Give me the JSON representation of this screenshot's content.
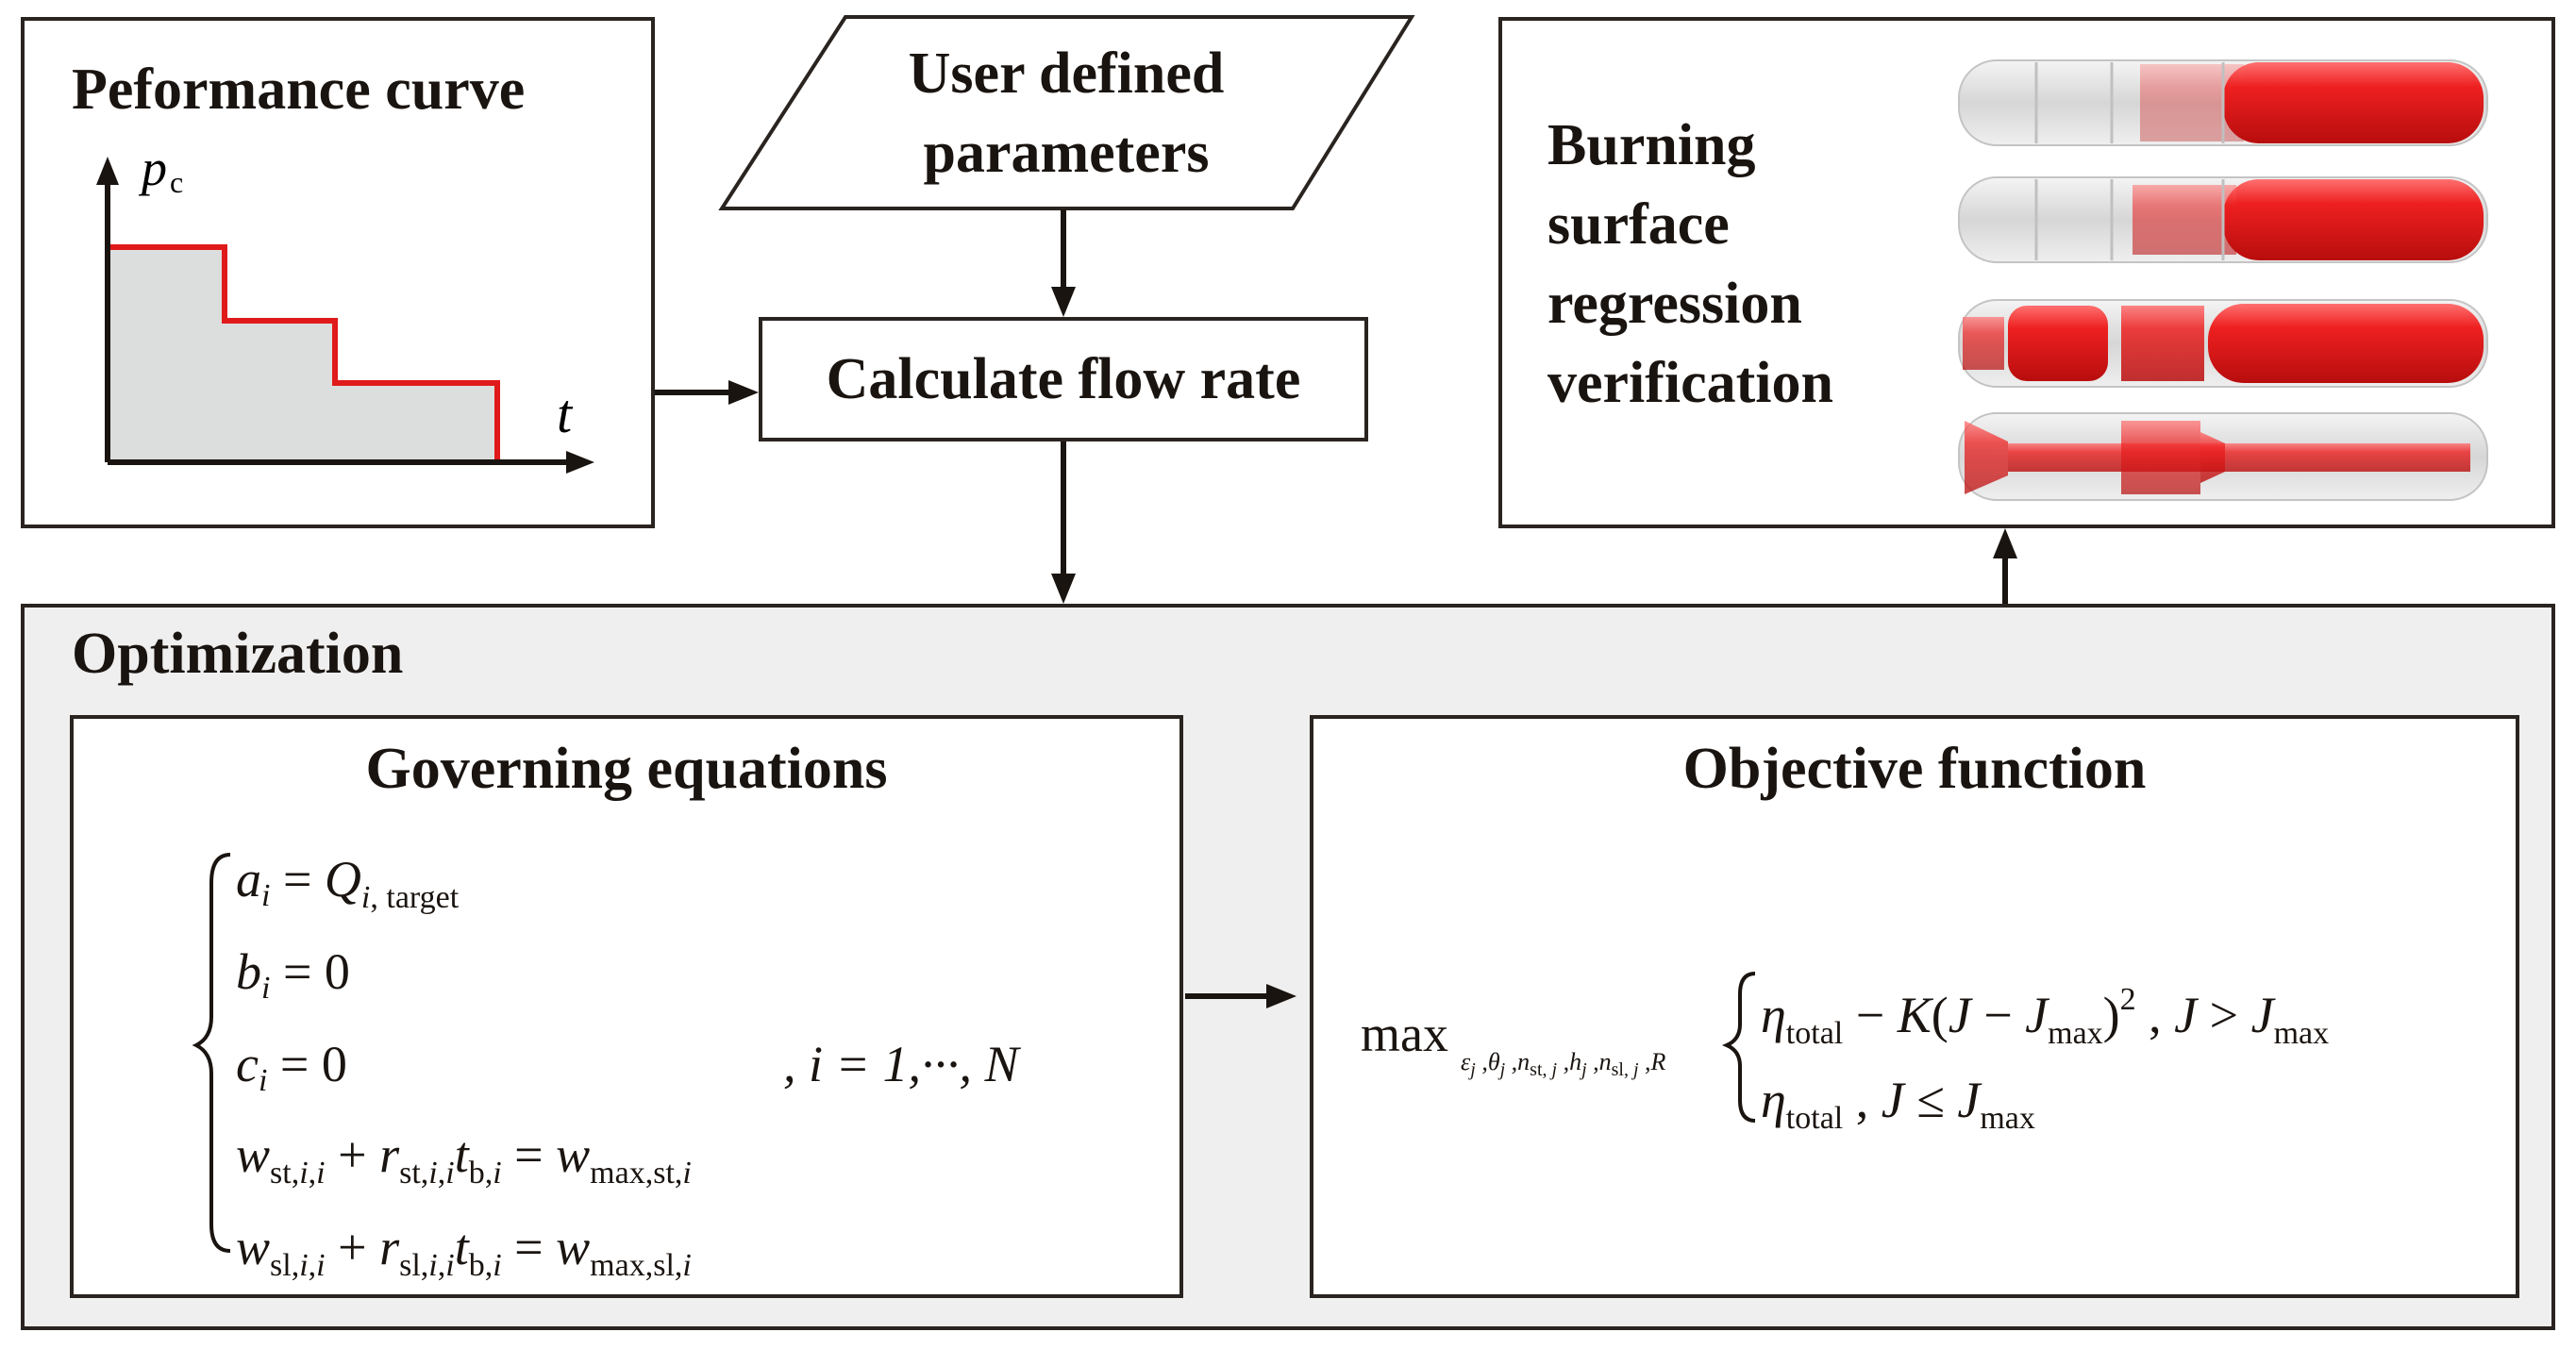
{
  "performance": {
    "title": "Peformance curve",
    "y_axis_label": "p",
    "y_axis_sub": "c",
    "x_axis_label": "t"
  },
  "user_params": {
    "line1": "User defined",
    "line2": "parameters"
  },
  "flow": {
    "label": "Calculate flow rate"
  },
  "burning": {
    "line1": "Burning",
    "line2": "surface",
    "line3": "regression",
    "line4": "verification"
  },
  "optimization": {
    "title": "Optimization",
    "governing": {
      "title": "Governing equations",
      "index_range": "i = 1,···, N"
    },
    "objective": {
      "title": "Objective function",
      "operator": "max"
    }
  },
  "colors": {
    "accent": "#e01a1a",
    "panel_bg": "#efefef",
    "fill_gray": "#dcdedd",
    "stroke": "#2a2420"
  }
}
